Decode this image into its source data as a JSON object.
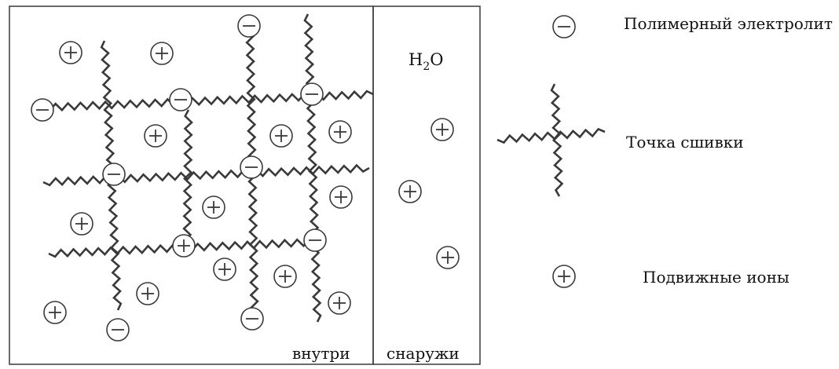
{
  "diagram": {
    "regions": {
      "inside": "внутри",
      "outside": "снаружи"
    },
    "water": {
      "symbol": "H",
      "subscript": "2",
      "suffix": "O"
    },
    "legend": {
      "polymer_electrolyte": "Полимерный электролит",
      "crosslink_point": "Точка сшивки",
      "mobile_ions": "Подвижные ионы"
    },
    "ion_symbols": {
      "negative": "−",
      "positive": "+"
    },
    "colors": {
      "stroke": "#3a3a3a",
      "ion_fill": "#ffffff",
      "text": "#111111"
    }
  }
}
